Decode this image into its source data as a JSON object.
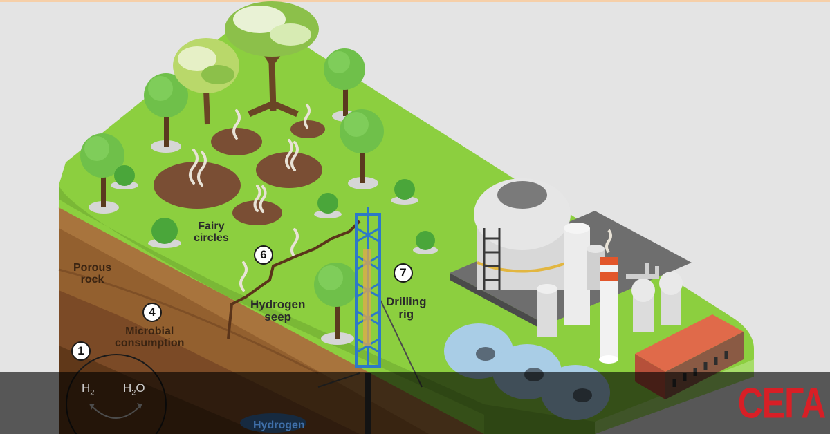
{
  "labels": {
    "fairy_circles": "Fairy\ncircles",
    "porous_rock": "Porous\nrock",
    "microbial_consumption": "Microbial\nconsumption",
    "hydrogen_seep": "Hydrogen\nseep",
    "drilling_rig": "Drilling\nrig",
    "hydrogen_reservoir": "Hydrogen"
  },
  "badges": {
    "b1": "1",
    "b4": "4",
    "b6": "6",
    "b7": "7"
  },
  "reaction": {
    "reactant": "H",
    "reactant_sub": "2",
    "product_pre": "H",
    "product_sub": "2",
    "product_post": "O"
  },
  "brand": {
    "logo_text": "СЕГА",
    "logo_color": "#d81f26"
  },
  "colors": {
    "grass": "#8ccf3f",
    "soil": "#7b4a26",
    "band_overlay": "rgba(0,0,0,0.62)",
    "rig": "#2d79c7"
  }
}
